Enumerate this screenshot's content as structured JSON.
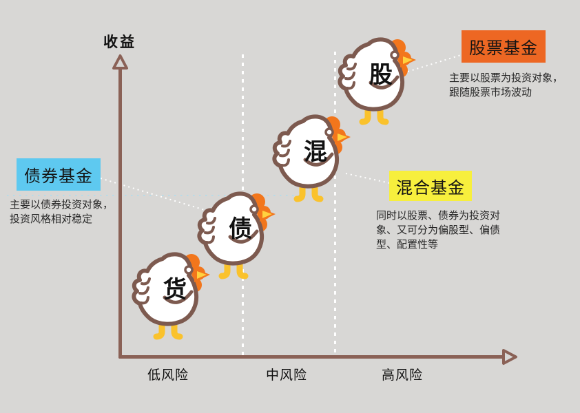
{
  "diagram": {
    "y_axis_label": "收益",
    "x_ticks": [
      "低风险",
      "中风险",
      "高风险"
    ]
  },
  "chickens": [
    {
      "label": "货"
    },
    {
      "label": "债"
    },
    {
      "label": "混"
    },
    {
      "label": "股"
    }
  ],
  "callouts": {
    "bond": {
      "title": "债券基金",
      "desc": "主要以债券投资对象，\n投资风格相对稳定",
      "accent": "#5ec9f0"
    },
    "mixed": {
      "title": "混合基金",
      "desc": "同时以股票、债券为投资对\n象、又可分为偏股型、偏债\n型、配置性等",
      "accent": "#f7ef3d"
    },
    "stock": {
      "title": "股票基金",
      "desc": "主要以股票为投资对象，\n跟随股票市场波动",
      "accent": "#ed6723"
    }
  },
  "colors": {
    "background": "#d8d7d5",
    "axis": "#8a6156",
    "chicken_outline": "#7d5a4f",
    "comb": "#f2761c",
    "beak_inner": "#ffd23f",
    "legs": "#fac22c",
    "text": "#111111"
  }
}
